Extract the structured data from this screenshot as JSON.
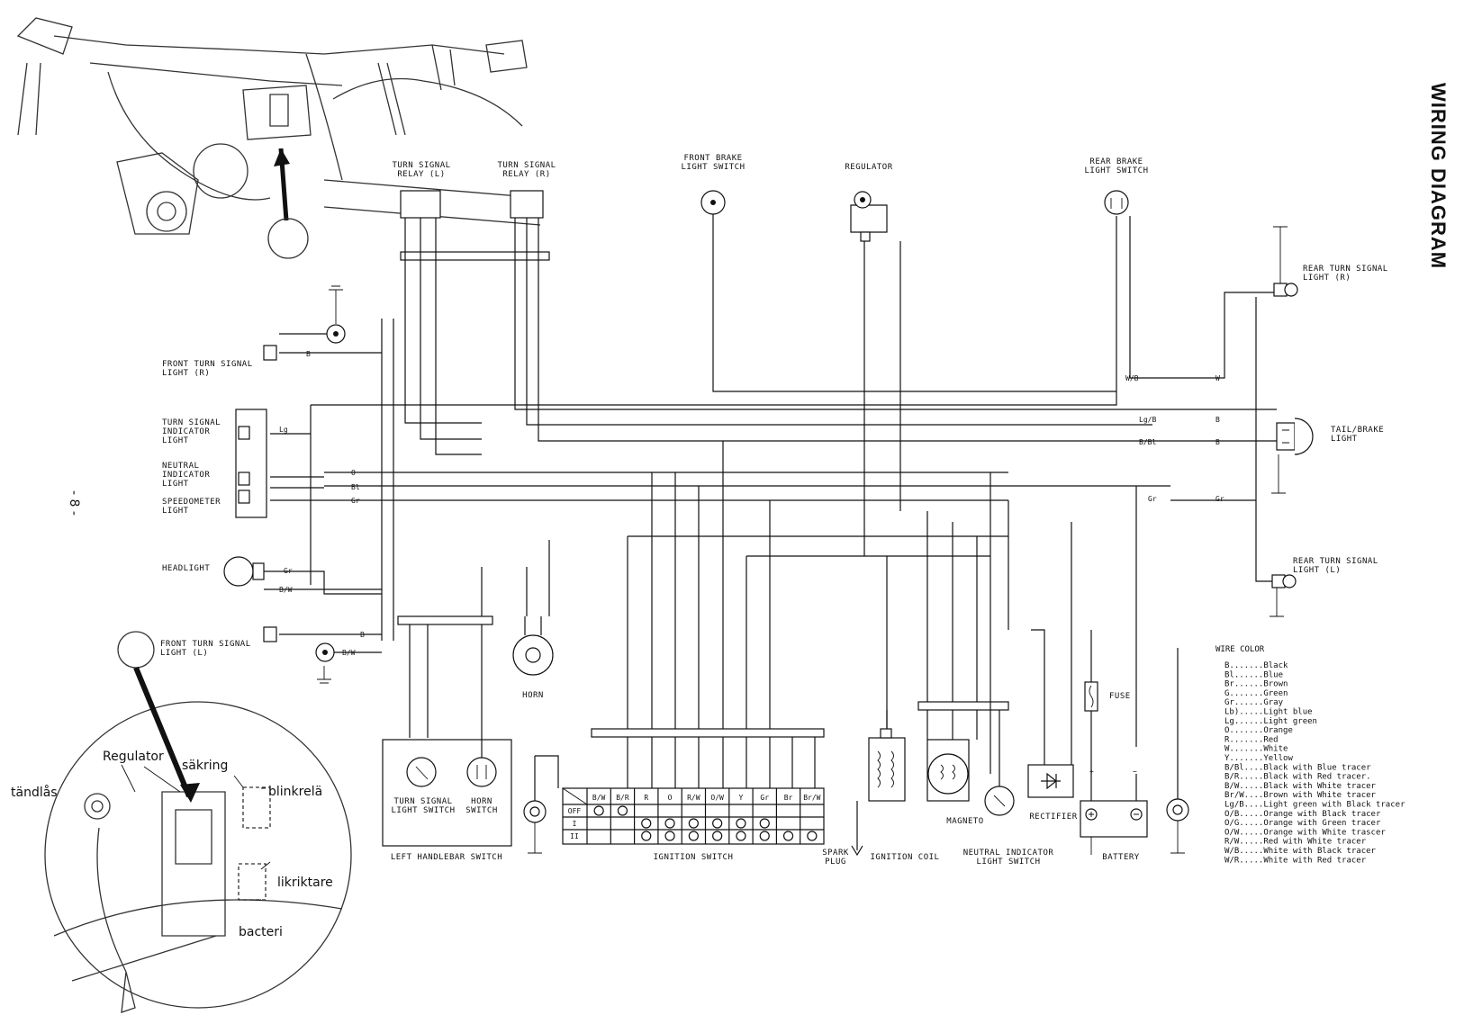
{
  "title": "WIRING DIAGRAM",
  "page_number": "- 8 -",
  "components": {
    "tsr_left": "TURN SIGNAL\nRELAY (L)",
    "tsr_right": "TURN SIGNAL\nRELAY (R)",
    "front_brake": "FRONT BRAKE\nLIGHT SWITCH",
    "regulator": "REGULATOR",
    "rear_brake": "REAR BRAKE\nLIGHT SWITCH",
    "rear_turn_r": "REAR TURN SIGNAL\nLIGHT (R)",
    "front_turn_r": "FRONT TURN SIGNAL\nLIGHT (R)",
    "turn_indicator": "TURN SIGNAL\nINDICATOR\nLIGHT",
    "neutral_indicator": "NEUTRAL\nINDICATOR\nLIGHT",
    "speedometer": "SPEEDOMETER\nLIGHT",
    "headlight": "HEADLIGHT",
    "front_turn_l": "FRONT TURN SIGNAL\nLIGHT (L)",
    "tail_brake": "TAIL/BRAKE\nLIGHT",
    "rear_turn_l": "REAR TURN SIGNAL\nLIGHT (L)",
    "horn": "HORN",
    "turn_signal_switch": "TURN SIGNAL\nLIGHT SWITCH",
    "horn_switch": "HORN\nSWITCH",
    "left_handlebar": "LEFT HANDLEBAR SWITCH",
    "ignition_switch": "IGNITION SWITCH",
    "spark_plug": "SPARK\nPLUG",
    "ignition_coil": "IGNITION COIL",
    "magneto": "MAGNETO",
    "neutral_switch": "NEUTRAL INDICATOR\nLIGHT SWITCH",
    "rectifier": "RECTIFIER",
    "fuse": "FUSE",
    "battery": "BATTERY"
  },
  "ignition_table": {
    "columns": [
      "B/W",
      "B/R",
      "R",
      "O",
      "R/W",
      "O/W",
      "Y",
      "Gr",
      "Br",
      "Br/W"
    ],
    "rows": [
      "OFF",
      "I",
      "II"
    ]
  },
  "wire_color_legend": {
    "title": "WIRE COLOR",
    "entries": [
      "B.......Black",
      "Bl......Blue",
      "Br......Brown",
      "G.......Green",
      "Gr......Gray",
      "Lb).....Light blue",
      "Lg......Light green",
      "O.......Orange",
      "R.......Red",
      "W.......White",
      "Y.......Yellow",
      "B/Bl....Black with Blue tracer",
      "B/R.....Black with Red tracer.",
      "B/W.....Black with White tracer",
      "Br/W....Brown with White tracer",
      "Lg/B....Light green with Black tracer",
      "O/B.....Orange with Black tracer",
      "O/G.....Orange with Green tracer",
      "O/W.....Orange with White trascer",
      "R/W.....Red with White tracer",
      "W/B.....White with Black tracer",
      "W/R.....White with Red tracer"
    ]
  },
  "swedish_labels": {
    "regulator": "Regulator",
    "sakring": "säkring",
    "tandlas": "tändlås",
    "blinkrela": "blinkrelä",
    "likriktare": "likriktare",
    "bacteri": "bacteri"
  }
}
